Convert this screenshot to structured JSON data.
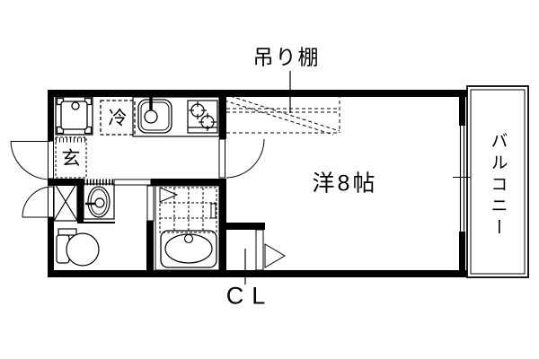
{
  "labels": {
    "hanging_shelf": "吊り棚",
    "refrigerator": "冷",
    "entrance": "玄",
    "main_room": "洋8帖",
    "balcony": "バルコニー",
    "closet": "CL"
  },
  "colors": {
    "line": "#000000",
    "wall": "#000000",
    "background": "#ffffff"
  },
  "fixtures": [
    "washing-machine-pan",
    "refrigerator",
    "kitchen-sink",
    "gas-stove",
    "entrance-step",
    "entrance-doors",
    "storage-box",
    "washbasin",
    "toilet",
    "bathroom-door",
    "bath-tile-floor",
    "bathtub",
    "room-door",
    "hanging-shelf",
    "closet-door",
    "window",
    "balcony"
  ]
}
